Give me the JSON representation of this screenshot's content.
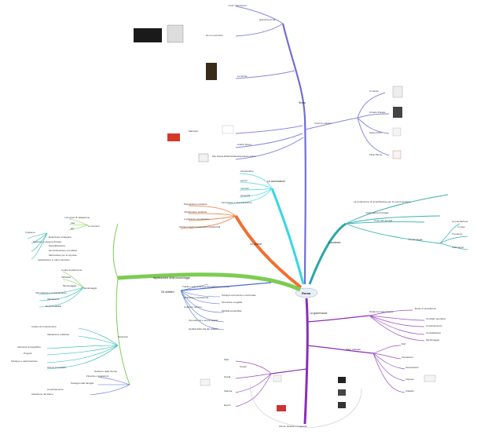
{
  "center": {
    "label": "Roma",
    "color": "#e8eef8"
  },
  "colors": {
    "top": "#6f6fd6",
    "right_teal": "#2aa6a6",
    "right_bottom": "#8a2db8",
    "left_green": "#7ccc52",
    "left_orange": "#f07030",
    "left_cyan": "#35d6e6",
    "left_sub_teal": "#22b8b0",
    "left_sub_blue": "#4a6ad6"
  },
  "branches": {
    "top": {
      "label": "Storia",
      "items": [
        "I suoi 7/10 leprosi",
        "Quindi la prima",
        "Se non pensavo",
        "Le fornite",
        "Marcolini",
        "Antichi Roma",
        "http://www.abbiamofattoarquebusos.it/itsu"
      ],
      "sub_label": "Il lavoro a Roma",
      "sub_items": [
        "Il mondo",
        "Orsetto Pianga",
        "Gianni Polo",
        "Titolo Mensi"
      ]
    },
    "cyan": {
      "label": "Le connessioni",
      "items": [
        "infrastrutture",
        "servizi",
        "mercato",
        "comunità",
        "formazione e diversificazione"
      ]
    },
    "orange": {
      "label": "Le risorse",
      "items": [
        "Popolazione residente",
        "Infrastrutture sanitarie",
        "L'ambiente complessivo",
        "Sviluppo degli insediamenti residenziali"
      ]
    },
    "right_teal": {
      "label": "Il contesto",
      "items": [
        "La costituzione di un'architettura per la nuova gestione",
        "Il panorama principale",
        "Il suo uso dei dati"
      ],
      "subitems": [
        "La popolazione",
        "Il territorio",
        "Città minori",
        "In caso",
        "Le tecnologie"
      ]
    },
    "right_bottom": {
      "label": "La governance",
      "groups": [
        {
          "label": "Struttura organizzativa",
          "items": [
            "Ruolo di presidenza",
            "Comitato operativo",
            "Coordinamento",
            "Consultazione",
            "Monitoraggio"
          ]
        },
        {
          "label": "Attori collegati",
          "items": [
            "Enti",
            "Fondazioni",
            "Associazioni",
            "Imprese",
            "Cittadini"
          ]
        },
        {
          "label": "Canali",
          "items": [
            "Web",
            "Social",
            "Stampa",
            "Eventi"
          ]
        }
      ],
      "footer": "Azioni, obiettivi e traguardi"
    },
    "left_green": {
      "label": "Applicazione della nuova legge",
      "groups": [
        {
          "label": "Le funzioni",
          "items": [
            "I più gravi di mitigazione",
            "casi",
            "tipi",
            "Il sistema",
            "Definizione strategica",
            "Gestione e sistema di base",
            "Semplificazione",
            "amministrazione normativa",
            "Meccanismi per le imprese",
            "Applicazione in tutto il territorio"
          ]
        },
        {
          "label": "Monitoraggio",
          "items": [
            "Livello di attenzione",
            "Indicatori",
            "Informazioni e coordinamento",
            "Valutazione",
            "Monitoraggio",
            "Responsabilità"
          ]
        },
        {
          "label": "Strumenti",
          "items": [
            "Il piano di contenimento",
            "Valutazione collettiva",
            "Interventi di riequilibrio",
            "Progetti",
            "Sviluppo e valorizzazione",
            "Azione immediata",
            "Gestione delle risorse",
            "Finanze e programmi",
            "Sostegno alle famiglie",
            "Coordinamento",
            "Attuazione del Piano"
          ]
        }
      ]
    },
    "left_blue": {
      "label": "Gli obiettivi",
      "items": [
        "Tutela e valorizzazione del patrimonio storico",
        "Sviluppo economico e territoriale",
        "Sicurezza e legalità",
        "Mobilità sostenibile",
        "Ambiente e ecosistema",
        "Cultura e turismo",
        "Innovazione e servizi digitali",
        "Qualità della vita dei cittadini"
      ]
    }
  }
}
